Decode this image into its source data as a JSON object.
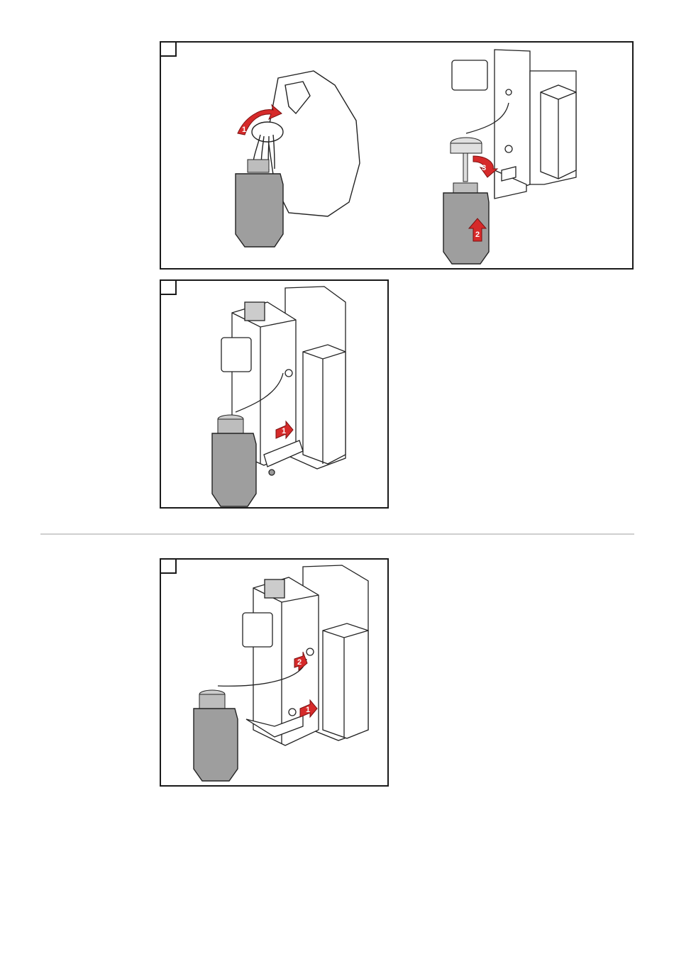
{
  "colors": {
    "frame": "#1a1a1a",
    "bottle": "#9e9e9e",
    "accent_red": "#d62a2a",
    "divider": "#cfcfcf"
  },
  "figures": [
    {
      "step_label": "",
      "panels": [
        {
          "arrows": [
            {
              "icon": "curved-arrow-icon",
              "label": "1"
            }
          ]
        },
        {
          "arrows": [
            {
              "icon": "rotate-arrow-icon",
              "label": "3"
            },
            {
              "icon": "up-arrow-icon",
              "label": "2"
            }
          ]
        }
      ]
    },
    {
      "step_label": "",
      "arrows": [
        {
          "icon": "push-arrow-icon",
          "label": "1"
        }
      ]
    },
    {
      "step_label": "",
      "arrows": [
        {
          "icon": "down-arrow-icon",
          "label": "2"
        },
        {
          "icon": "push-arrow-icon",
          "label": "1"
        }
      ]
    }
  ]
}
